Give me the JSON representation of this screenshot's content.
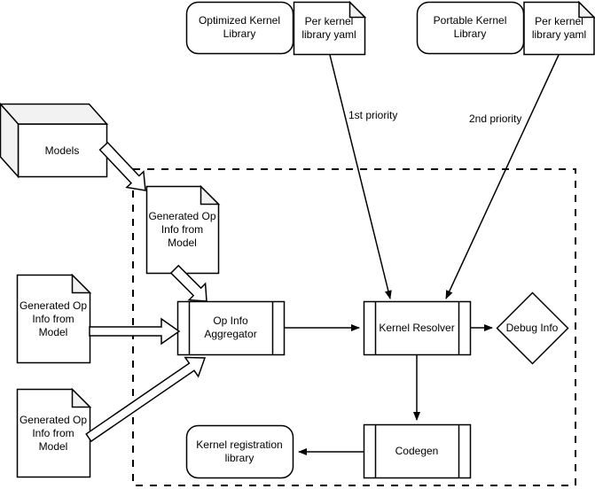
{
  "diagram": {
    "nodes": {
      "optimized_kernel_library": "Optimized Kernel Library",
      "per_kernel_library_yaml_optimized": "Per kernel library yaml",
      "portable_kernel_library": "Portable Kernel Library",
      "per_kernel_library_yaml_portable": "Per kernel library yaml",
      "models": "Models",
      "generated_op_info_inner": "Generated Op Info from Model",
      "generated_op_info_left_top": "Generated Op Info from Model",
      "generated_op_info_left_bottom": "Generated Op Info from Model",
      "op_info_aggregator": "Op Info Aggregator",
      "kernel_resolver": "Kernel Resolver",
      "debug_info": "Debug Info",
      "codegen": "Codegen",
      "kernel_registration_library": "Kernel registration library"
    },
    "edge_labels": {
      "first_priority": "1st priority",
      "second_priority": "2nd priority"
    },
    "colors": {
      "stroke": "#000000",
      "shape_fill": "#ffffff",
      "fold_fill": "#f2f2f2",
      "background": "#ffffff"
    }
  }
}
